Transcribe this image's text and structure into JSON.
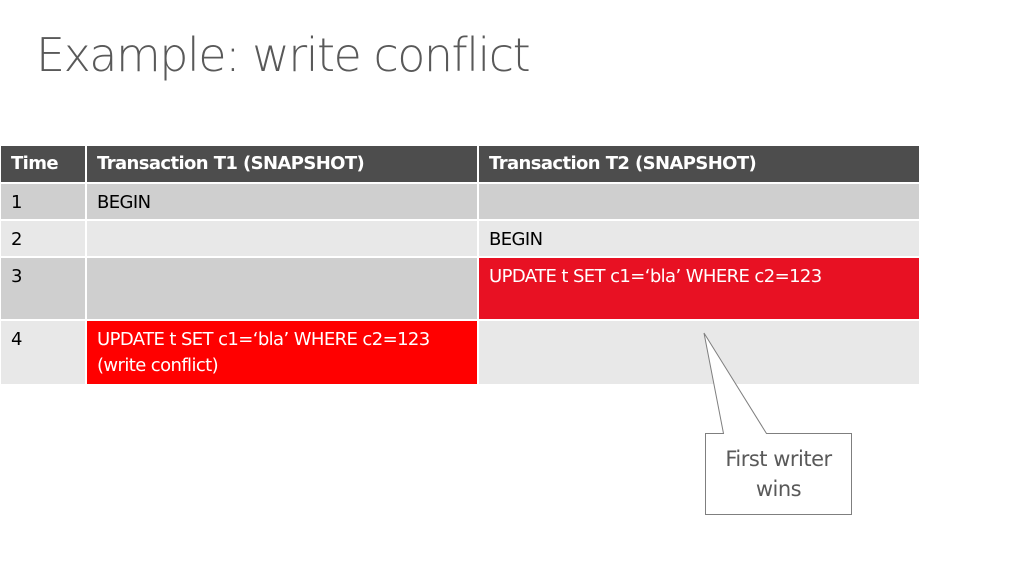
{
  "slide": {
    "title": "Example: write conflict"
  },
  "table": {
    "headers": {
      "time": "Time",
      "t1": "Transaction T1 (SNAPSHOT)",
      "t2": "Transaction T2 (SNAPSHOT)"
    },
    "rows": [
      {
        "time": "1",
        "t1": "BEGIN",
        "t2": ""
      },
      {
        "time": "2",
        "t1": "",
        "t2": "BEGIN"
      },
      {
        "time": "3",
        "t1": "",
        "t2": "UPDATE t SET c1=‘bla’ WHERE c2=123"
      },
      {
        "time": "4",
        "t1": "UPDATE t SET c1=‘bla’ WHERE c2=123 (write conflict)",
        "t2": ""
      }
    ]
  },
  "callout": {
    "line1": "First writer",
    "line2": "wins"
  },
  "colors": {
    "header_bg": "#4d4d4d",
    "row_dark": "#cfcfcf",
    "row_light": "#e8e8e8",
    "highlight_t2": "#e81123",
    "highlight_t1": "#ff0000",
    "title_text": "#595959"
  }
}
